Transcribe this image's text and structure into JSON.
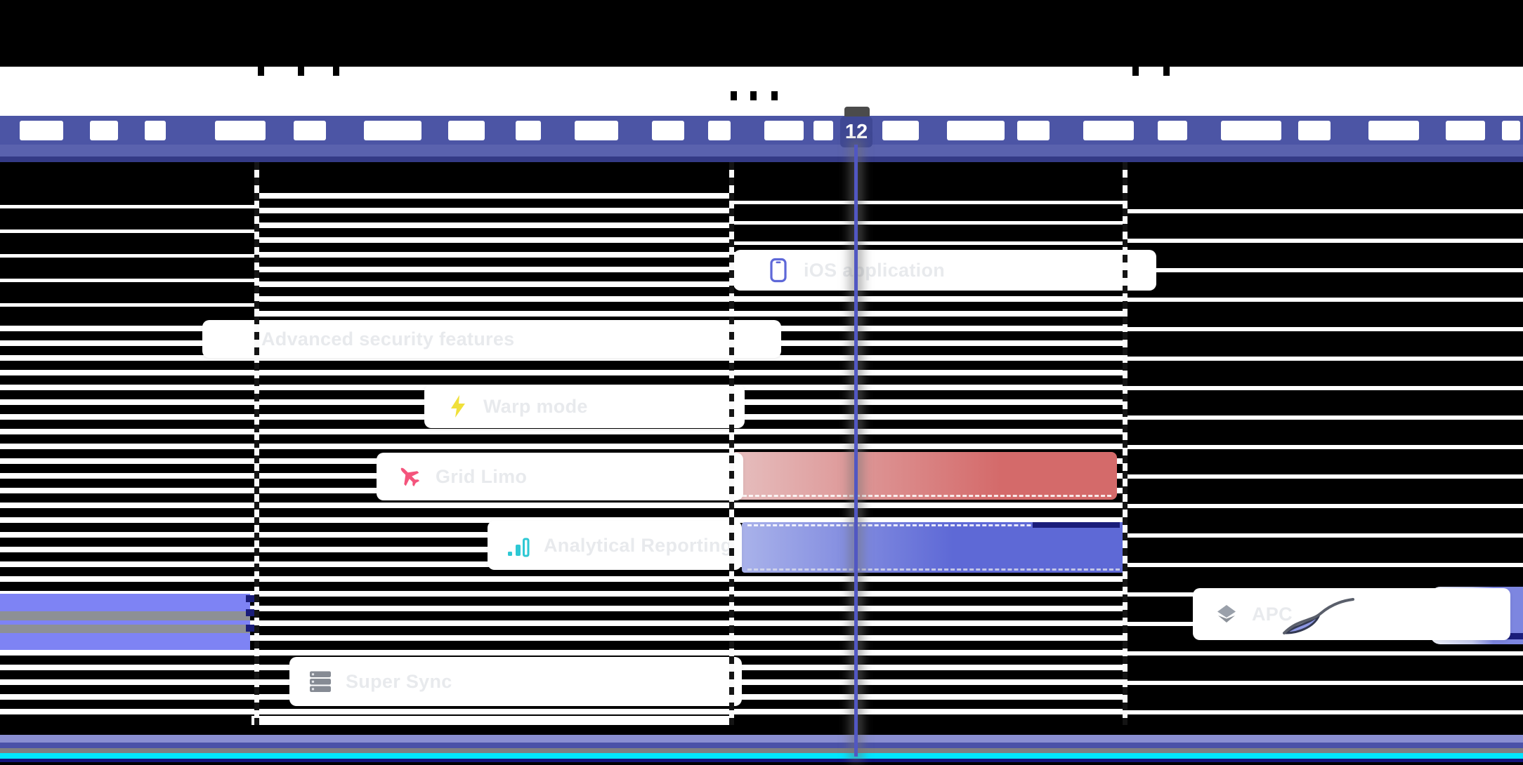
{
  "timeline_header": {
    "today_day": "12"
  },
  "tasks": [
    {
      "label": "iOS application",
      "icon": "smartphone-icon"
    },
    {
      "label": "Advanced security features",
      "icon": ""
    },
    {
      "label": "Warp mode",
      "icon": "lightning-icon"
    },
    {
      "label": "Grid Limo",
      "icon": "plane-icon"
    },
    {
      "label": "Analytical Reporting",
      "icon": "bar-chart-icon"
    },
    {
      "label": "APC",
      "icon": "layers-icon"
    },
    {
      "label": "Super Sync",
      "icon": "server-icon"
    }
  ],
  "annotation": {
    "name": "pen-scribble"
  },
  "colors": {
    "header-band": "#4c55a5",
    "subheader-band": "#5a62ae",
    "header-divider": "#343a86",
    "today-box": "#3f4894",
    "today-tab": "#4b4b4b",
    "today-line": "#5157c2",
    "day-block": "#ffffff",
    "card-bg": "#ffffff",
    "card-text": "#e8eaed",
    "red-bar-start": "#e6bfbf",
    "red-bar-end": "#d46a6a",
    "blue-bar-start": "#a9b2ea",
    "blue-bar-end": "#5e69d6",
    "periwinkle": "#7e83f4",
    "stripe-gray": "#8d9095",
    "blob-light": "#f2f4fb",
    "blob-mid": "#c8cef2",
    "blob-dark": "#7d86e0",
    "navy": "#1a1d7a",
    "bottom-periwinkle": "#8a8fd2",
    "bottom-indigo": "#4a51a8",
    "bottom-gray": "#7e7f83",
    "bottom-cyan": "#00e6ff",
    "bottom-navy": "#15157c",
    "icon-phone": "#5e68d8",
    "icon-lightning": "#f0e03a",
    "icon-plane": "#f4547c",
    "icon-chart": "#2ec8d4",
    "icon-gray": "#9aa0aa",
    "icon-gray-dark": "#8c9199"
  }
}
